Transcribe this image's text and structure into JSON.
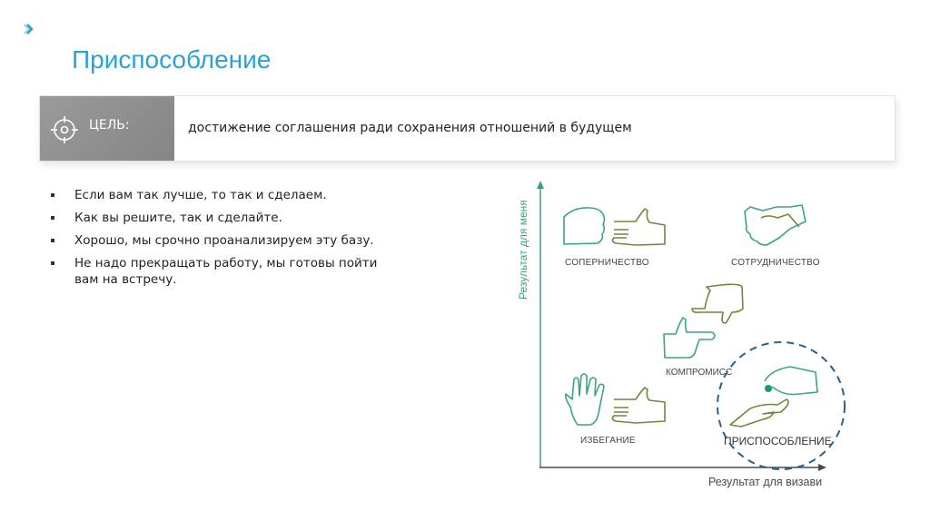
{
  "page": {
    "title": "Приспособление",
    "nav_icon": "double-chevron-right-icon"
  },
  "goal": {
    "label": "ЦЕЛЬ:",
    "icon": "target-icon",
    "text": "достижение соглашения ради сохранения отношений в будущем"
  },
  "bullets": [
    "Если вам так лучше, то так и сделаем.",
    "Как вы решите, так и сделайте.",
    "Хорошо, мы срочно проанализируем эту базу.",
    "Не надо прекращать работу, мы готовы пойти вам на встречу."
  ],
  "diagram": {
    "y_axis_label": "Результат для меня",
    "x_axis_label": "Результат для визави",
    "quadrants": [
      {
        "label": "СОПЕРНИЧЕСТВО",
        "icon": "fist-and-open-hand-icon"
      },
      {
        "label": "СОТРУДНИЧЕСТВО",
        "icon": "handshake-icon"
      },
      {
        "label": "КОМПРОМИСС",
        "icon": "framing-hands-icon"
      },
      {
        "label": "ИЗБЕГАНИЕ",
        "icon": "raised-hand-and-open-hand-icon"
      },
      {
        "label": "ПРИСПОСОБЛЕНИЕ",
        "icon": "giving-hand-icon"
      }
    ],
    "highlight": "ПРИСПОСОБЛЕНИЕ",
    "colors": {
      "title": "#29a3d6",
      "axis": "#3d9e7e",
      "icon_teal": "#3aa585",
      "icon_olive": "#6b8a3a",
      "highlight_circle": "#2a5f8f"
    }
  }
}
